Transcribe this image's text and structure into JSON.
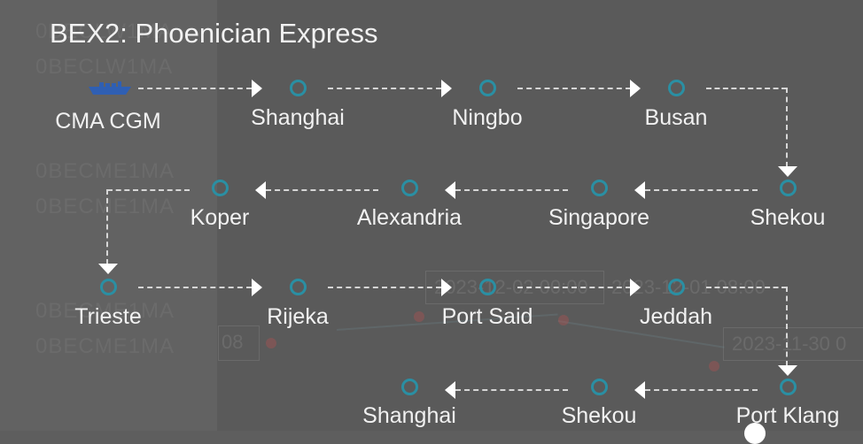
{
  "title": "BEX2: Phoenician Express",
  "carrier": {
    "name": "CMA CGM",
    "icon": "cargo-ship-icon",
    "color": "#2f5fb3"
  },
  "node_color": "#2a8fa3",
  "ports": [
    "Shanghai",
    "Ningbo",
    "Busan",
    "Shekou",
    "Singapore",
    "Alexandria",
    "Koper",
    "Trieste",
    "Rijeka",
    "Port Said",
    "Jeddah",
    "Port Klang",
    "Shekou",
    "Shanghai"
  ],
  "background_ghost_text": {
    "codes": [
      "0BECLW1MA",
      "0BECLW1MA",
      "0BECME1MA",
      "0BECME1MA",
      "0BECME1MA",
      "0BECME1MA"
    ],
    "map_labels": [
      "2023-12-02 00:00",
      "2023-12-01 08:00",
      "2023-11-30 0",
      "08"
    ]
  }
}
